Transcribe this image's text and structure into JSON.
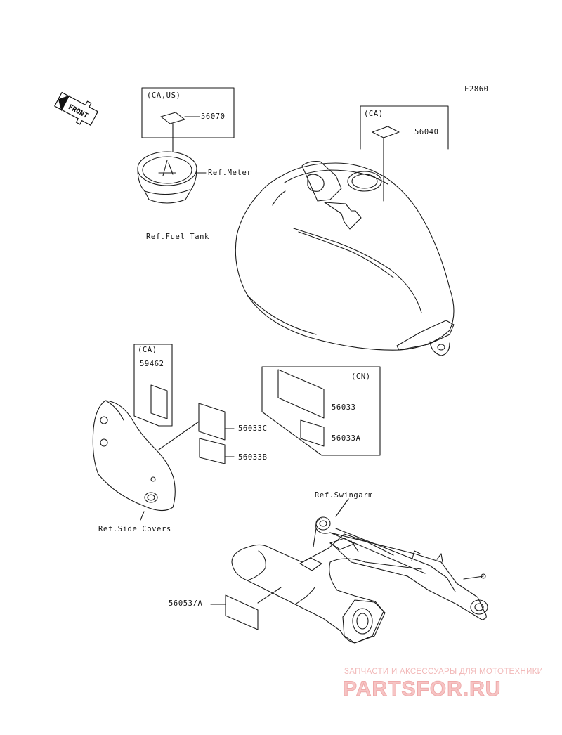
{
  "figure_code": "F2860",
  "front_arrow": "FRONT",
  "labels": {
    "ca_us": "(CA,US)",
    "part_56070": "56070",
    "ref_meter": "Ref.Meter",
    "ca_tank": "(CA)",
    "part_56040": "56040",
    "ref_fuel_tank": "Ref.Fuel Tank",
    "ca_side": "(CA)",
    "part_59462": "59462",
    "cn": "(CN)",
    "part_56033": "56033",
    "part_56033A": "56033A",
    "part_56033C": "56033C",
    "part_56033B": "56033B",
    "ref_side_covers": "Ref.Side Covers",
    "ref_swingarm": "Ref.Swingarm",
    "part_56053A": "56053/A"
  },
  "watermark": {
    "subtitle": "ЗАПЧАСТИ И АКСЕССУАРЫ ДЛЯ МОТОТЕХНИКИ",
    "brand": "PARTSFOR.RU"
  }
}
